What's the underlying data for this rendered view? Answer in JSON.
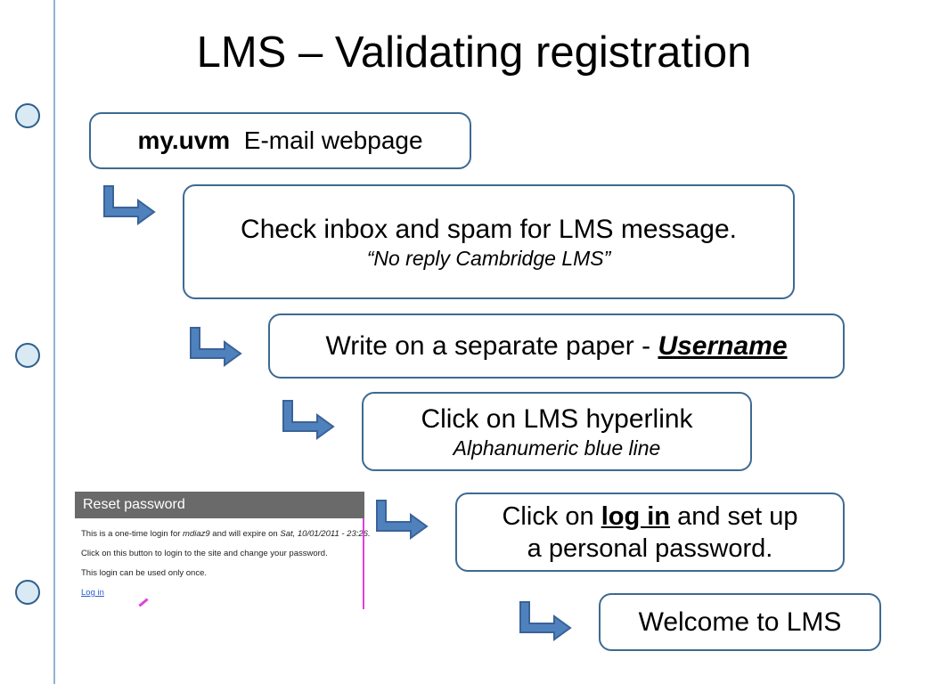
{
  "slide": {
    "title": "LMS – Validating registration",
    "step1": {
      "bold": "my.uvm",
      "text": "E-mail webpage"
    },
    "step2": {
      "line1": "Check inbox and spam for LMS message.",
      "line2": "“No reply Cambridge LMS”"
    },
    "step3": {
      "text": "Write on a separate paper - ",
      "emphasis": "Username"
    },
    "step4": {
      "line1": "Click on LMS hyperlink",
      "line2": "Alphanumeric blue line"
    },
    "step5": {
      "pre": "Click on ",
      "link": "log in",
      "post": " and set up",
      "line2": "a personal password."
    },
    "step6": {
      "text": "Welcome to LMS"
    }
  },
  "screenshot": {
    "header": "Reset password",
    "line1_pre": "This is a one-time login for ",
    "line1_user": "mdiaz9",
    "line1_mid": " and will expire on ",
    "line1_date": "Sat, 10/01/2011 - 23:26.",
    "line2": "Click on this button to login to the site and change your password.",
    "line3": "This login can be used only once.",
    "link": "Log in"
  },
  "colors": {
    "box_border": "#3d6a93",
    "arrow_fill": "#4f81bd",
    "bullet_fill": "#d9eaf5",
    "accent_line": "#8fb3d4"
  }
}
